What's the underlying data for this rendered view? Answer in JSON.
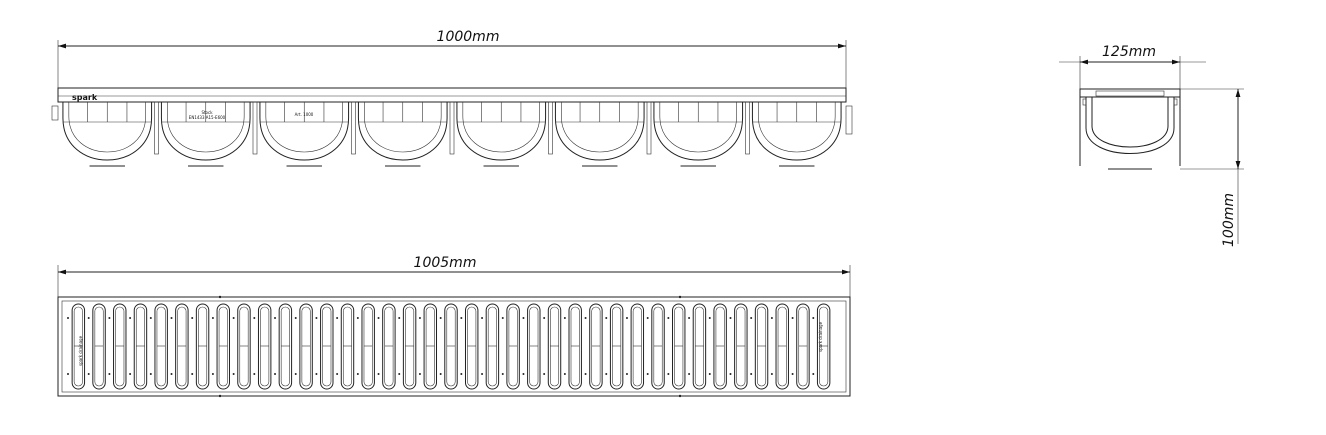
{
  "dimensions": {
    "channel_length": "1000mm",
    "grate_length": "1005mm",
    "width": "125mm",
    "height": "100mm"
  },
  "channel": {
    "segments": 8,
    "brand": "spark",
    "label_1_line1": "Stock",
    "label_1_line2": "EN1433 A15-E600",
    "label_2": "Art. 1000"
  },
  "grate": {
    "slots": 37,
    "edge_label_left": "spark drainage",
    "edge_label_right": "spark drainage"
  }
}
